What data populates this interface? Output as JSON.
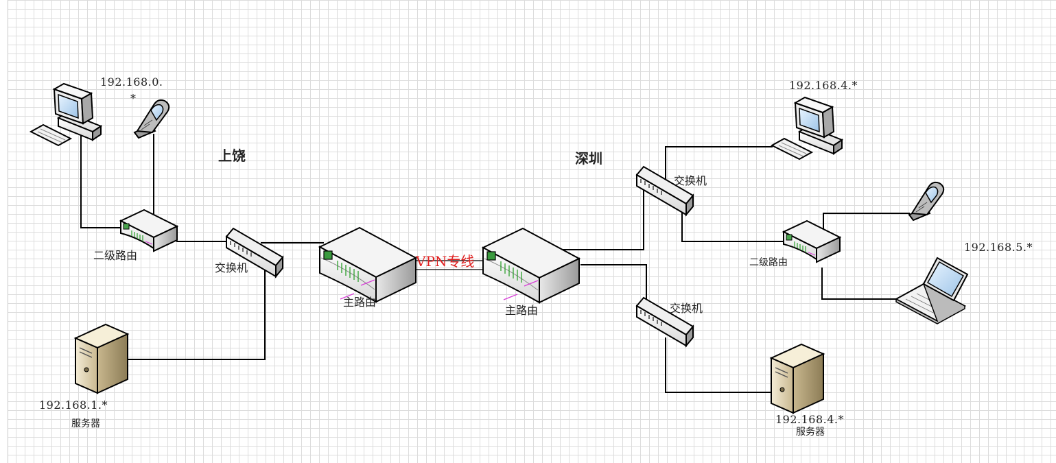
{
  "cities": {
    "left": "上饶",
    "right": "深圳"
  },
  "vpn_label": "VPN专线",
  "labels": {
    "sr_phone_ip_line1": "192.168.0.",
    "sr_phone_ip_line2": "*",
    "sr_second_router": "二级路由",
    "sr_switch": "交换机",
    "sr_main_router": "主路由",
    "sr_server_ip": "192.168.1.*",
    "sr_server": "服务器",
    "sz_main_router": "主路由",
    "sz_switch_top": "交换机",
    "sz_switch_bottom": "交换机",
    "sz_pc_ip": "192.168.4.*",
    "sz_second_router": "二级路由",
    "sz_wifi_ip": "192.168.5.*",
    "sz_server_ip": "192.168.4.*",
    "sz_server": "服务器"
  },
  "colors": {
    "grid": "#dcdcdc",
    "vpn": "#e02020",
    "line": "#000000"
  }
}
